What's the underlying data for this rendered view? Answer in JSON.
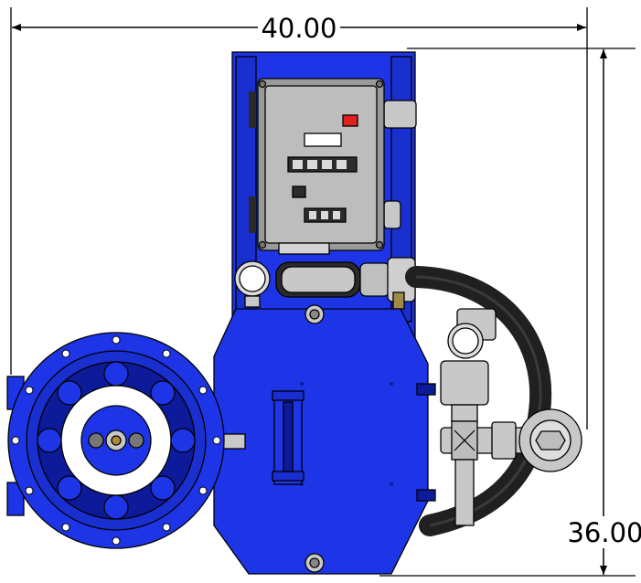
{
  "dimensions": {
    "width_label": "40.00",
    "height_label": "36.00"
  },
  "colors": {
    "body_blue": "#1d35e6",
    "dark_blue": "#0d1a9a",
    "panel_gray": "#b9b9b9",
    "hose_black": "#202020",
    "indicator_red": "#e0211f",
    "fitting_gray": "#c8c8c8"
  },
  "parts": [
    "dimension-width",
    "dimension-height",
    "mounting-plate",
    "control-box",
    "display-window",
    "indicator-light",
    "button-strip",
    "key-switch",
    "terminal-block",
    "pressure-gauge-upper",
    "conduit-fitting",
    "hose",
    "burner-housing",
    "sight-glass",
    "flanged-door",
    "burner-nozzle",
    "pressure-gauge-right",
    "gas-valve-train",
    "pressure-regulator"
  ]
}
